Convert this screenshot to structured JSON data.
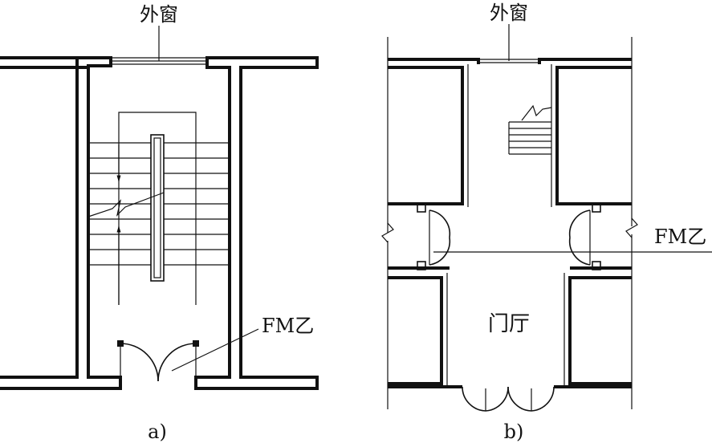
{
  "figure_a": {
    "window_label": "外窗",
    "door_label": "FM乙",
    "caption": "a)"
  },
  "figure_b": {
    "window_label": "外窗",
    "door_label": "FM乙",
    "lobby_label": "门厅",
    "caption": "b)"
  }
}
